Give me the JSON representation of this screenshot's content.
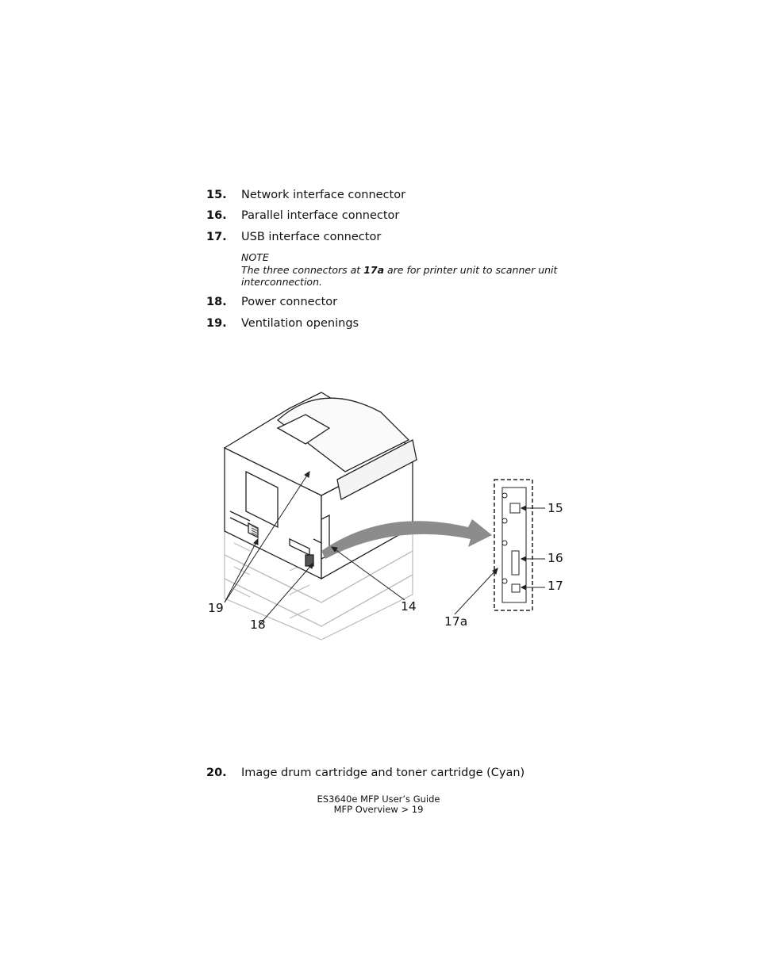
{
  "items": [
    {
      "num": "15.",
      "text": "Network interface connector"
    },
    {
      "num": "16.",
      "text": "Parallel interface connector"
    },
    {
      "num": "17.",
      "text": "USB interface connector"
    },
    {
      "num": "18.",
      "text": "Power connector"
    },
    {
      "num": "19.",
      "text": "Ventilation openings"
    },
    {
      "num": "20.",
      "text": "Image drum cartridge and toner cartridge (Cyan)"
    }
  ],
  "note": {
    "heading": "NOTE",
    "pre": "The three connectors at ",
    "bold": "17a",
    "post": " are for printer unit to scanner unit interconnection."
  },
  "figure": {
    "callouts": {
      "c15": "15",
      "c16": "16",
      "c17": "17",
      "c17a": "17a",
      "c14": "14",
      "c18": "18",
      "c19": "19"
    }
  },
  "footer": {
    "line1": "ES3640e MFP User’s Guide",
    "line2": "MFP Overview > 19"
  }
}
